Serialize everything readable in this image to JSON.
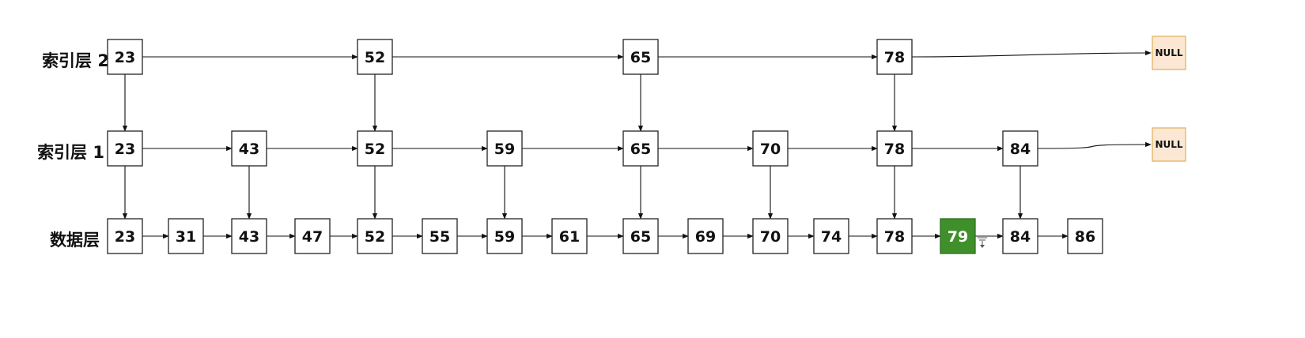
{
  "diagram": {
    "levels": [
      {
        "label": "索引层 2",
        "nodes": [
          "23",
          "52",
          "65",
          "78"
        ],
        "terminal": "NULL"
      },
      {
        "label": "索引层 1",
        "nodes": [
          "23",
          "43",
          "52",
          "59",
          "65",
          "70",
          "78",
          "84"
        ],
        "terminal": "NULL"
      },
      {
        "label": "数据层",
        "nodes": [
          "23",
          "31",
          "43",
          "47",
          "52",
          "55",
          "59",
          "61",
          "65",
          "69",
          "70",
          "74",
          "78",
          "79",
          "84",
          "86"
        ]
      }
    ],
    "highlight_value": "79",
    "colors": {
      "highlight_fill": "#3f8f2b",
      "null_fill": "#fbe7d3",
      "null_border": "#e0b464",
      "edge": "#111111"
    }
  }
}
